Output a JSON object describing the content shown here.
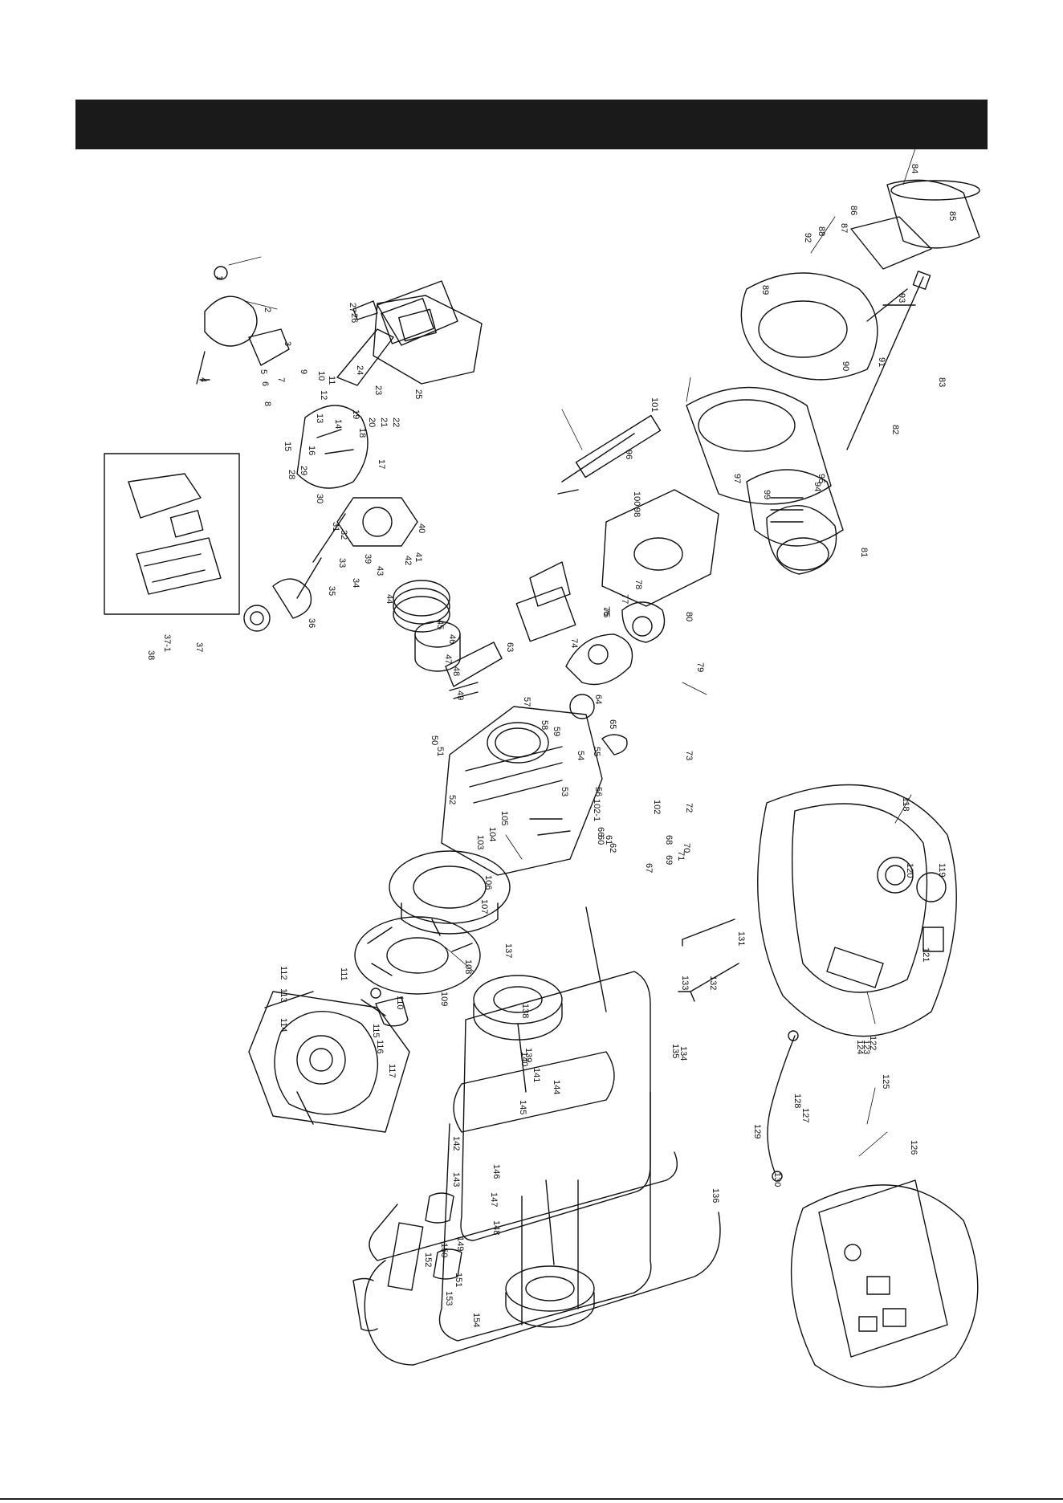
{
  "header": {
    "title": ""
  },
  "colors": {
    "ink": "#111111",
    "header_bg": "#1a1a1a",
    "accent_green": "#5aa02c"
  },
  "part_numbers": [
    "1",
    "2",
    "3",
    "4",
    "5",
    "6",
    "7",
    "8",
    "9",
    "10",
    "11",
    "12",
    "13",
    "14",
    "15",
    "16",
    "17",
    "18",
    "19",
    "20",
    "21",
    "22",
    "23",
    "24",
    "25",
    "26",
    "27",
    "28",
    "29",
    "30",
    "31",
    "32",
    "33",
    "34",
    "35",
    "36",
    "37",
    "37-1",
    "38",
    "39",
    "40",
    "41",
    "42",
    "43",
    "44",
    "45",
    "46",
    "47",
    "48",
    "49",
    "50",
    "51",
    "52",
    "53",
    "54",
    "55",
    "56",
    "57",
    "58",
    "59",
    "60",
    "61",
    "62",
    "63",
    "64",
    "65",
    "66",
    "67",
    "68",
    "69",
    "70",
    "71",
    "72",
    "73",
    "74",
    "75",
    "76",
    "77",
    "78",
    "79",
    "80",
    "81",
    "82",
    "83",
    "84",
    "85",
    "86",
    "87",
    "88",
    "89",
    "90",
    "91",
    "92",
    "93",
    "94",
    "95",
    "96",
    "97",
    "98",
    "99",
    "100",
    "101",
    "102",
    "102-1",
    "103",
    "104",
    "105",
    "106",
    "107",
    "108",
    "109",
    "110",
    "111",
    "112",
    "113",
    "114",
    "115",
    "116",
    "117",
    "118",
    "119",
    "120",
    "121",
    "122",
    "123",
    "124",
    "125",
    "126",
    "127",
    "128",
    "129",
    "130",
    "131",
    "132",
    "133",
    "134",
    "135",
    "136",
    "137",
    "138",
    "139",
    "140",
    "141",
    "142",
    "143",
    "144",
    "145",
    "146",
    "147",
    "148",
    "149",
    "150",
    "151",
    "152",
    "153",
    "154"
  ]
}
